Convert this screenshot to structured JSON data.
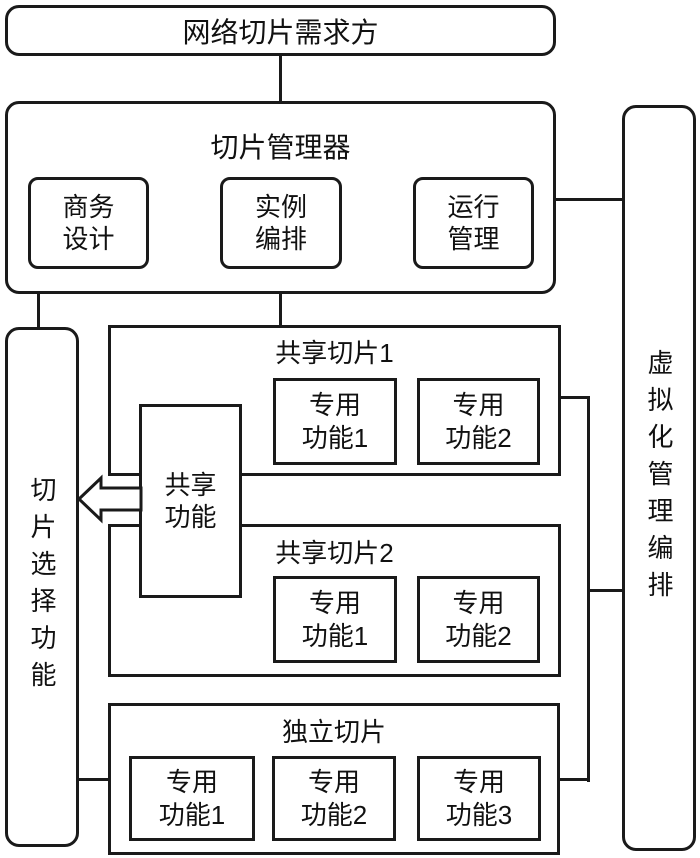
{
  "top_box": {
    "label": "网络切片需求方"
  },
  "slice_manager": {
    "title": "切片管理器",
    "modules": [
      "商务\n设计",
      "实例\n编排",
      "运行\n管理"
    ]
  },
  "slice_selection": {
    "label": "切片选择功能"
  },
  "virtualization": {
    "label": "虚拟化管理编排"
  },
  "shared_slice_1": {
    "title": "共享切片1",
    "functions": [
      "专用\n功能1",
      "专用\n功能2"
    ]
  },
  "shared_slice_2": {
    "title": "共享切片2",
    "functions": [
      "专用\n功能1",
      "专用\n功能2"
    ]
  },
  "shared_function": {
    "label": "共享\n功能"
  },
  "independent_slice": {
    "title": "独立切片",
    "functions": [
      "专用\n功能1",
      "专用\n功能2",
      "专用\n功能3"
    ]
  },
  "colors": {
    "line": "#1a1a1a",
    "background": "#ffffff",
    "text": "#111111"
  }
}
